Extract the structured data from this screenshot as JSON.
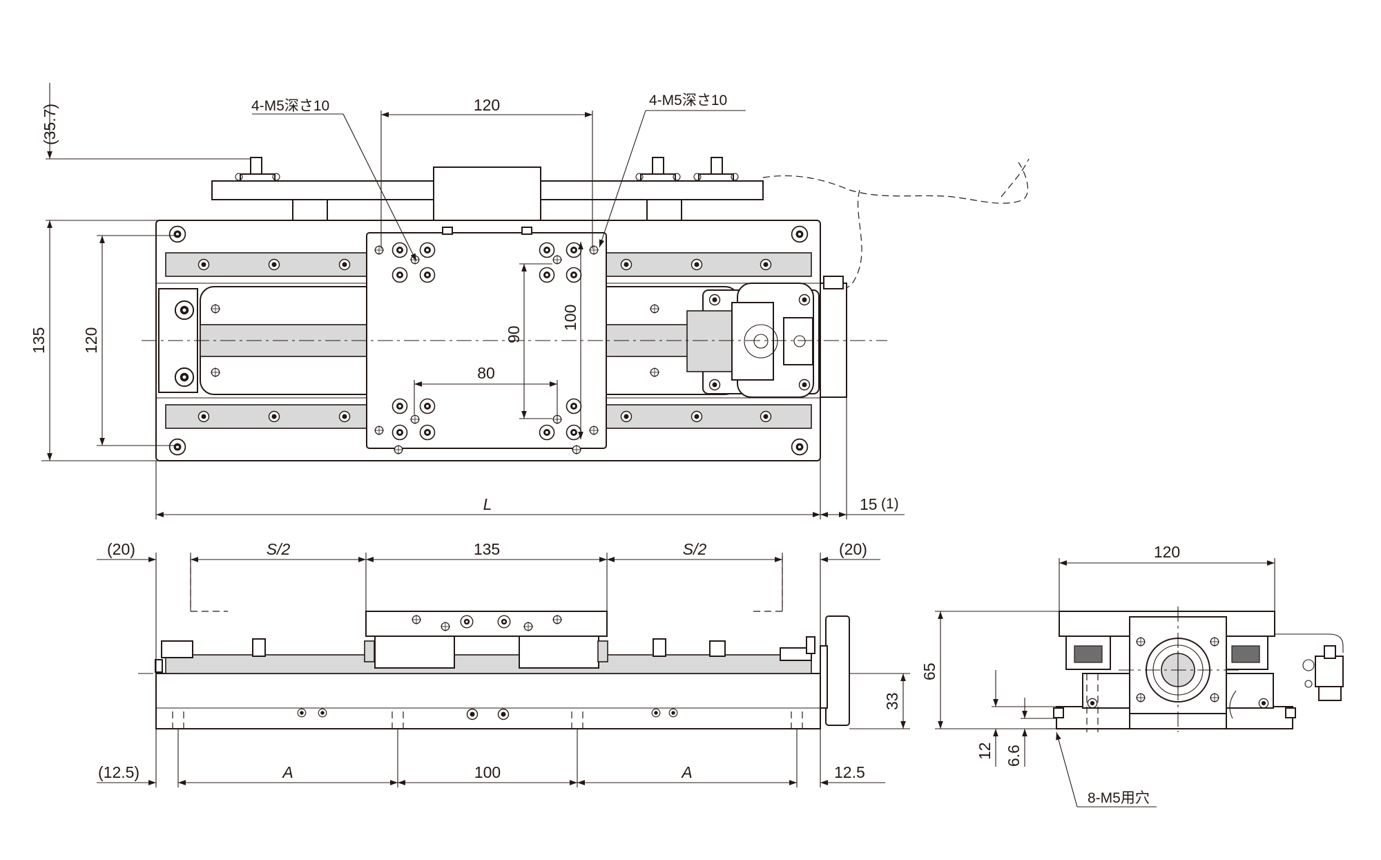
{
  "top_view": {
    "dims": {
      "width_120": "120",
      "total_135": "135",
      "rail_120": "120",
      "hole_90": "90",
      "hole_100": "100",
      "hole_80": "80",
      "height_35_7": "(35.7)",
      "length_L": "L",
      "motor_15": "15",
      "motor_note": "(1)"
    },
    "labels": {
      "tap_left": "4-M5深さ10",
      "tap_right": "4-M5深さ10"
    }
  },
  "side_view": {
    "dims": {
      "left_20": "(20)",
      "right_20": "(20)",
      "half_stroke_left": "S/2",
      "half_stroke_right": "S/2",
      "table_135": "135",
      "left_12_5": "(12.5)",
      "pitch_A_left": "A",
      "pitch_100": "100",
      "pitch_A_right": "A",
      "right_12_5": "12.5",
      "center_33": "33"
    }
  },
  "end_view": {
    "dims": {
      "width_120": "120",
      "height_65": "65",
      "foot_12": "12",
      "foot_6_6": "6.6"
    },
    "labels": {
      "mount_holes": "8-M5用穴"
    }
  }
}
